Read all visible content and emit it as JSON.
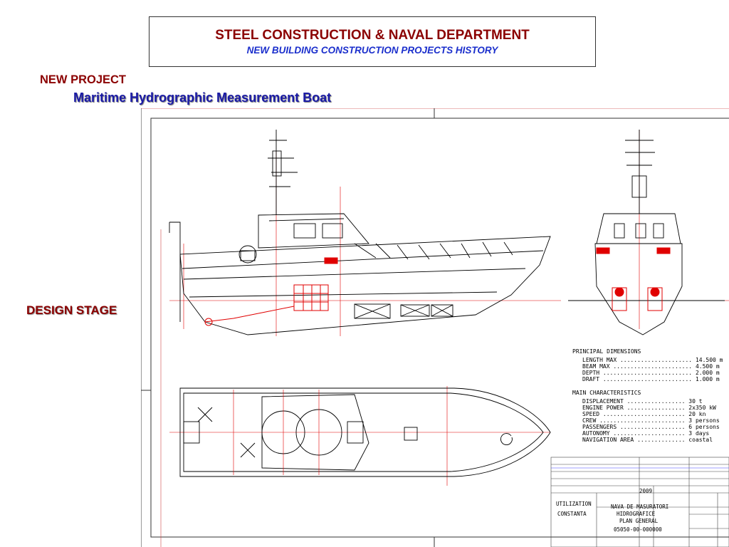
{
  "header": {
    "title": "STEEL CONSTRUCTION & NAVAL DEPARTMENT",
    "subtitle": "NEW BUILDING CONSTRUCTION PROJECTS HISTORY"
  },
  "project": {
    "label": "NEW PROJECT",
    "name": "Maritime Hydrographic Measurement Boat"
  },
  "stage": {
    "label": "DESIGN STAGE"
  },
  "drawing": {
    "principal_heading": "PRINCIPAL DIMENSIONS",
    "main_heading": "MAIN CHARACTERISTICS",
    "title_block": {
      "org_line1": "UTILIZATION",
      "org_line2": "CONSTANTA",
      "project_line1": "NAVA DE MASURATORI",
      "project_line2": "HIDROGRAFICE",
      "project_line3": "PLAN GENERAL",
      "drawing_number": "05050-00-000000",
      "date": "2009"
    }
  },
  "colors": {
    "header_red": "#8b0000",
    "header_blue": "#1a2ecc",
    "drawing_line": "#000000",
    "drawing_red": "#e00000"
  }
}
